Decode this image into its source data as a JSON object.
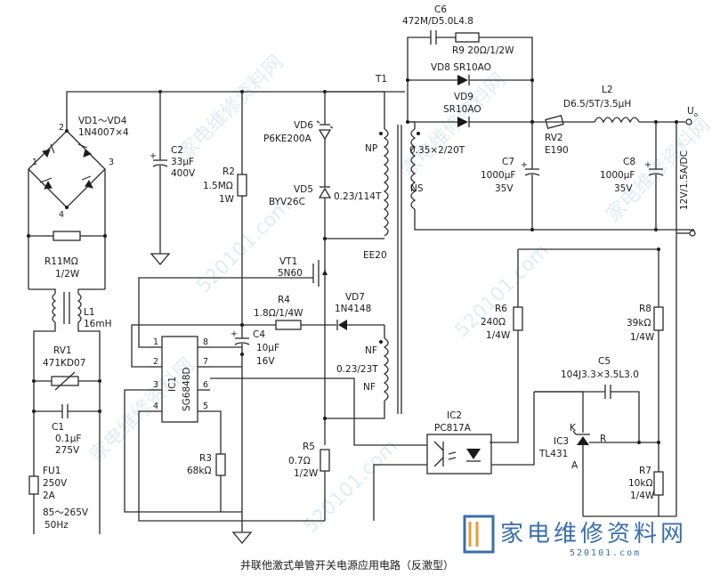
{
  "caption": "并联他激式单管开关电源应用电路（反激型）",
  "brand": {
    "name": "家电维修资料网",
    "url": "520101.com"
  },
  "components": {
    "bridge": {
      "ref": "VD1～VD4",
      "value": "1N4007×4"
    },
    "bridge_nodes": {
      "n1": "1",
      "n2": "2",
      "n3": "3",
      "n4": "4"
    },
    "r1": {
      "ref": "R1",
      "value": "1MΩ",
      "rating": "1/2W"
    },
    "l1": {
      "ref": "L1",
      "value": "16mH"
    },
    "rv1": {
      "ref": "RV1",
      "value": "471KD07"
    },
    "c1": {
      "ref": "C1",
      "value": "0.1μF",
      "rating": "275V"
    },
    "fu1": {
      "ref": "FU1",
      "value": "250V",
      "current": "2A",
      "input": "85～265V",
      "freq": "50Hz"
    },
    "c2": {
      "ref": "C2",
      "value": "33μF",
      "rating": "400V"
    },
    "r2": {
      "ref": "R2",
      "value": "1.5MΩ",
      "rating": "1W"
    },
    "vd6": {
      "ref": "VD6",
      "value": "P6KE200A"
    },
    "vd5": {
      "ref": "VD5",
      "value": "BYV26C"
    },
    "np": {
      "ref": "NP",
      "value": "0.23/114T"
    },
    "t1": {
      "ref": "T1",
      "core": "EE20"
    },
    "vt1": {
      "ref": "VT1",
      "value": "5N60"
    },
    "r4": {
      "ref": "R4",
      "value": "1.8Ω/1/4W"
    },
    "vd7": {
      "ref": "VD7",
      "value": "1N4148"
    },
    "c4": {
      "ref": "C4",
      "value": "10μF",
      "rating": "16V"
    },
    "nf": {
      "ref": "NF",
      "value": "0.23/23T"
    },
    "ic1": {
      "ref": "IC1",
      "value": "SG6848D",
      "pins": [
        "1",
        "2",
        "3",
        "4",
        "8",
        "7",
        "6",
        "5"
      ]
    },
    "r3": {
      "ref": "R3",
      "value": "68kΩ"
    },
    "r5": {
      "ref": "R5",
      "value": "0.7Ω",
      "rating": "1/2W"
    },
    "c6": {
      "ref": "C6",
      "value": "472M/D5.0L4.8"
    },
    "r9": {
      "ref": "R9",
      "value": "20Ω/1/2W"
    },
    "vd8": {
      "ref": "VD8",
      "value": "SR10AO"
    },
    "vd9": {
      "ref": "VD9",
      "value": "SR10AO"
    },
    "ns": {
      "ref": "NS",
      "value": "0.35×2/20T"
    },
    "rv2": {
      "ref": "RV2",
      "value": "E190"
    },
    "d6": {
      "value": "D6.5/5T/3.5μH"
    },
    "l2": {
      "ref": "L2"
    },
    "c7": {
      "ref": "C7",
      "value": "1000μF",
      "rating": "35V"
    },
    "c8": {
      "ref": "C8",
      "value": "1000μF",
      "rating": "35V"
    },
    "output": {
      "label": "U",
      "sub": "o",
      "spec": "12V/1.5A/DC"
    },
    "r6": {
      "ref": "R6",
      "value": "240Ω",
      "rating": "1/4W"
    },
    "r8": {
      "ref": "R8",
      "value": "39kΩ",
      "rating": "1/4W"
    },
    "c5": {
      "ref": "C5",
      "value": "104J3.3×3.5L3.0"
    },
    "ic2": {
      "ref": "IC2",
      "value": "PC817A"
    },
    "ic3": {
      "ref": "IC3",
      "value": "TL431",
      "k": "K",
      "r": "R",
      "a": "A"
    },
    "r7": {
      "ref": "R7",
      "value": "10kΩ",
      "rating": "1/4W"
    }
  }
}
